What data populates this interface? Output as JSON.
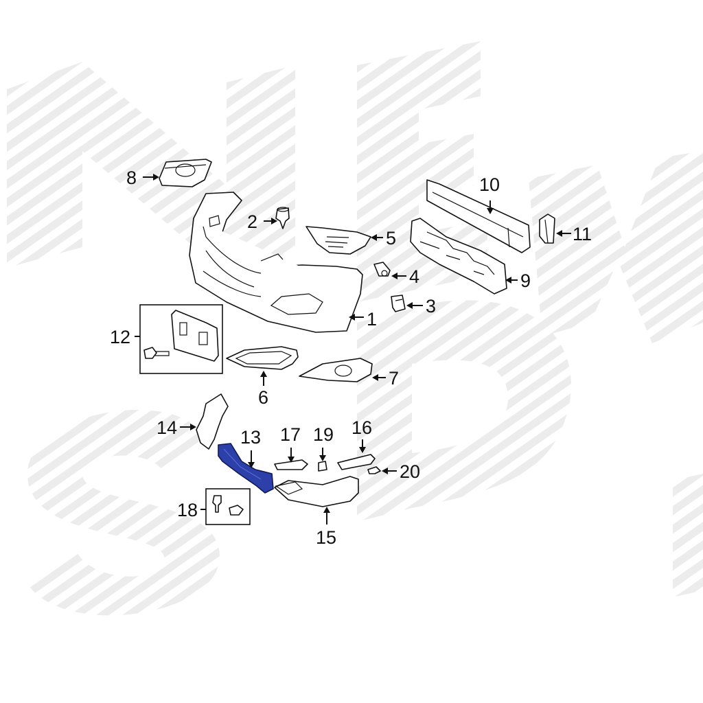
{
  "colors": {
    "highlight": "#2d3fa8",
    "line": "#111111",
    "watermark": "#eeeeee"
  },
  "callouts": [
    {
      "id": "1",
      "text": "1"
    },
    {
      "id": "2",
      "text": "2"
    },
    {
      "id": "3",
      "text": "3"
    },
    {
      "id": "4",
      "text": "4"
    },
    {
      "id": "5",
      "text": "5"
    },
    {
      "id": "6",
      "text": "6"
    },
    {
      "id": "7",
      "text": "7"
    },
    {
      "id": "8",
      "text": "8"
    },
    {
      "id": "9",
      "text": "9"
    },
    {
      "id": "10",
      "text": "10"
    },
    {
      "id": "11",
      "text": "11"
    },
    {
      "id": "12",
      "text": "12"
    },
    {
      "id": "13",
      "text": "13"
    },
    {
      "id": "14",
      "text": "14"
    },
    {
      "id": "15",
      "text": "15"
    },
    {
      "id": "16",
      "text": "16"
    },
    {
      "id": "17",
      "text": "17"
    },
    {
      "id": "18",
      "text": "18"
    },
    {
      "id": "19",
      "text": "19"
    },
    {
      "id": "20",
      "text": "20"
    }
  ],
  "highlighted_part": "13"
}
